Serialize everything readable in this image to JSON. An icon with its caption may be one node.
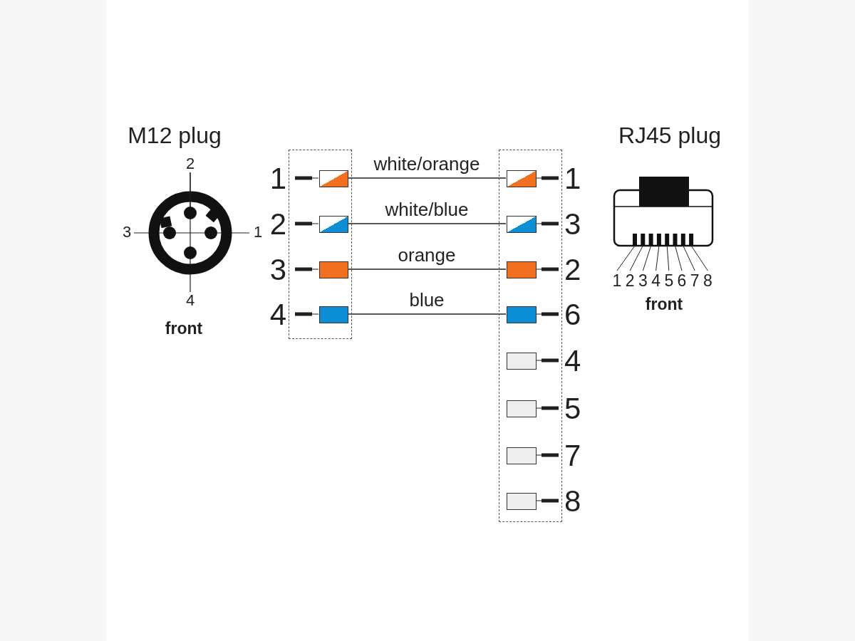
{
  "diagram": {
    "nodes": [
      {
        "text": [
          "M12 plug"
        ],
        "beside": [
          "front"
        ]
      },
      {
        "text": [],
        "shape": "box"
      },
      {
        "text": [],
        "shape": "box",
        "in": 1,
        "beside": [
          "1"
        ]
      },
      {
        "text": [],
        "shape": "box",
        "in": 1,
        "beside": [
          "2"
        ]
      },
      {
        "text": [],
        "shape": "box",
        "in": 1,
        "beside": [
          "3"
        ]
      },
      {
        "text": [],
        "shape": "box",
        "in": 1,
        "beside": [
          "4"
        ]
      },
      {
        "text": [],
        "shape": "box"
      },
      {
        "text": [],
        "shape": "box",
        "in": 6,
        "beside": [
          "1"
        ]
      },
      {
        "text": [],
        "shape": "box",
        "in": 6,
        "beside": [
          "3"
        ]
      },
      {
        "text": [],
        "shape": "box",
        "in": 6,
        "beside": [
          "2"
        ]
      },
      {
        "text": [],
        "shape": "box",
        "in": 6,
        "beside": [
          "6"
        ]
      },
      {
        "text": [],
        "shape": "box",
        "in": 6,
        "beside": [
          "4"
        ]
      },
      {
        "text": [],
        "shape": "box",
        "in": 6,
        "beside": [
          "5"
        ]
      },
      {
        "text": [],
        "shape": "box",
        "in": 6,
        "beside": [
          "7"
        ]
      },
      {
        "text": [],
        "shape": "box",
        "in": 6,
        "beside": [
          "8"
        ]
      },
      {
        "text": [
          "RJ45 plug"
        ],
        "beside": [
          "1",
          "2",
          "3",
          "4",
          "5",
          "6",
          "7",
          "8",
          "front"
        ]
      }
    ],
    "edges": [
      {
        "from": 2,
        "to": 7,
        "arrow": "none",
        "label": "white/orange"
      },
      {
        "from": 3,
        "to": 8,
        "arrow": "none",
        "label": "white/blue"
      },
      {
        "from": 4,
        "to": 9,
        "arrow": "none",
        "label": "orange"
      },
      {
        "from": 5,
        "to": 10,
        "arrow": "none",
        "label": "blue"
      }
    ],
    "labels": [
      "2",
      "3",
      "1",
      "4"
    ]
  }
}
